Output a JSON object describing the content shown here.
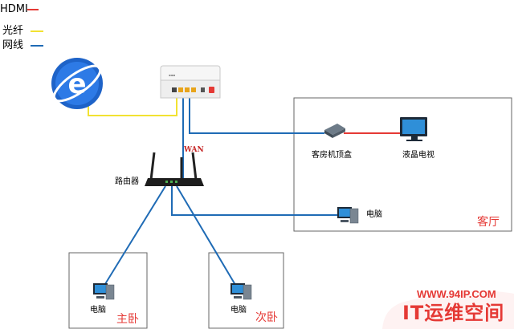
{
  "legend": [
    {
      "label": "HDMI",
      "color": "#e53935"
    },
    {
      "label": "光纤",
      "color": "#f2e232"
    },
    {
      "label": "网线",
      "color": "#1f6bb5"
    }
  ],
  "rooms": {
    "living_room": "客厅",
    "master_bedroom": "主卧",
    "second_bedroom": "次卧"
  },
  "devices": {
    "router": "路由器",
    "set_top_box": "客房机顶盒",
    "tv": "液晶电视",
    "pc_living": "电脑",
    "pc_master": "电脑",
    "pc_second": "电脑"
  },
  "labels": {
    "wan": "WAN"
  },
  "watermark": {
    "url": "WWW.94IP.COM",
    "brand": "IT运维空间"
  },
  "icons": [
    "internet-explorer-icon",
    "optical-modem-icon",
    "router-icon",
    "set-top-box-icon",
    "monitor-icon",
    "computer-icon"
  ]
}
